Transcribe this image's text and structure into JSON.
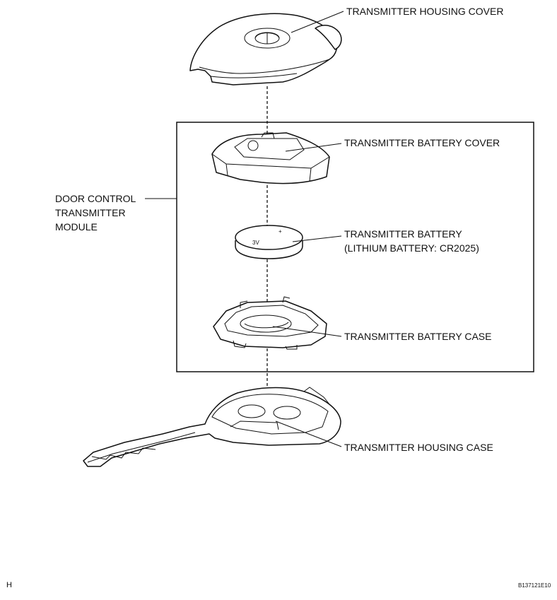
{
  "labels": {
    "housing_cover": "TRANSMITTER HOUSING COVER",
    "battery_cover": "TRANSMITTER BATTERY COVER",
    "battery_line1": "TRANSMITTER BATTERY",
    "battery_line2": "(LITHIUM BATTERY: CR2025)",
    "battery_case": "TRANSMITTER BATTERY CASE",
    "housing_case": "TRANSMITTER HOUSING CASE",
    "module_line1": "DOOR CONTROL",
    "module_line2": "TRANSMITTER",
    "module_line3": "MODULE"
  },
  "footer": {
    "left": "H",
    "right": "B137121E10"
  }
}
